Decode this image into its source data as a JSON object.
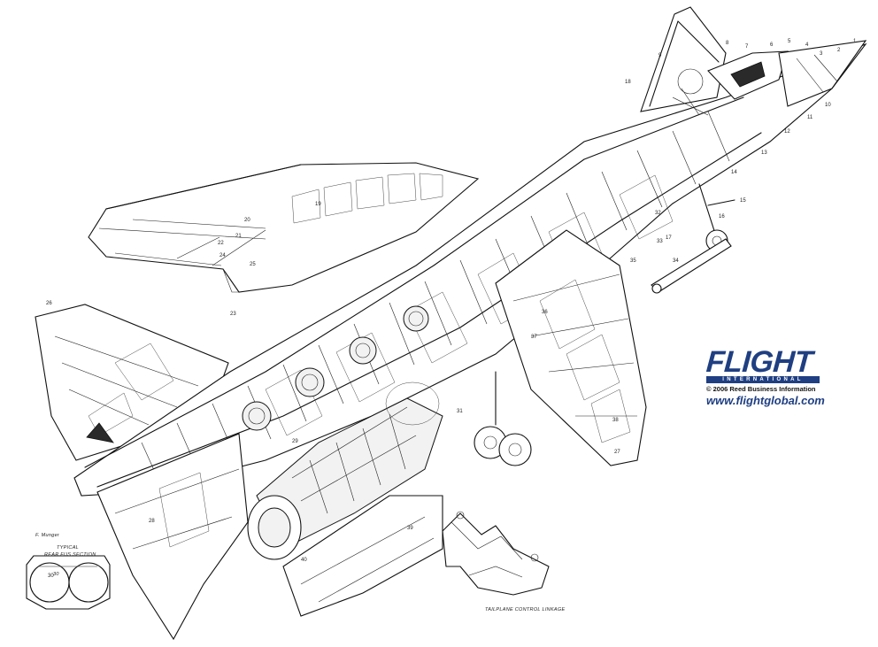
{
  "logo": {
    "word": "FLIGHT",
    "subword": "INTERNATIONAL",
    "copyright": "© 2006 Reed Business Information",
    "url": "www.flightglobal.com",
    "brand_color": "#1f3f82"
  },
  "annotations": {
    "artist": "F. Munger",
    "inset_title_1": "TYPICAL",
    "inset_title_2": "REAR FUS SECTION",
    "inset_number": "30",
    "linkage_caption": "TAILPLANE CONTROL LINKAGE"
  },
  "callouts": [
    "1",
    "2",
    "3",
    "4",
    "5",
    "6",
    "7",
    "8",
    "9",
    "10",
    "11",
    "12",
    "13",
    "14",
    "15",
    "16",
    "17",
    "18",
    "19",
    "20",
    "21",
    "22",
    "23",
    "24",
    "25",
    "26",
    "27",
    "28",
    "29",
    "30",
    "31",
    "32",
    "33",
    "34",
    "35",
    "36",
    "37",
    "38",
    "39",
    "40"
  ]
}
